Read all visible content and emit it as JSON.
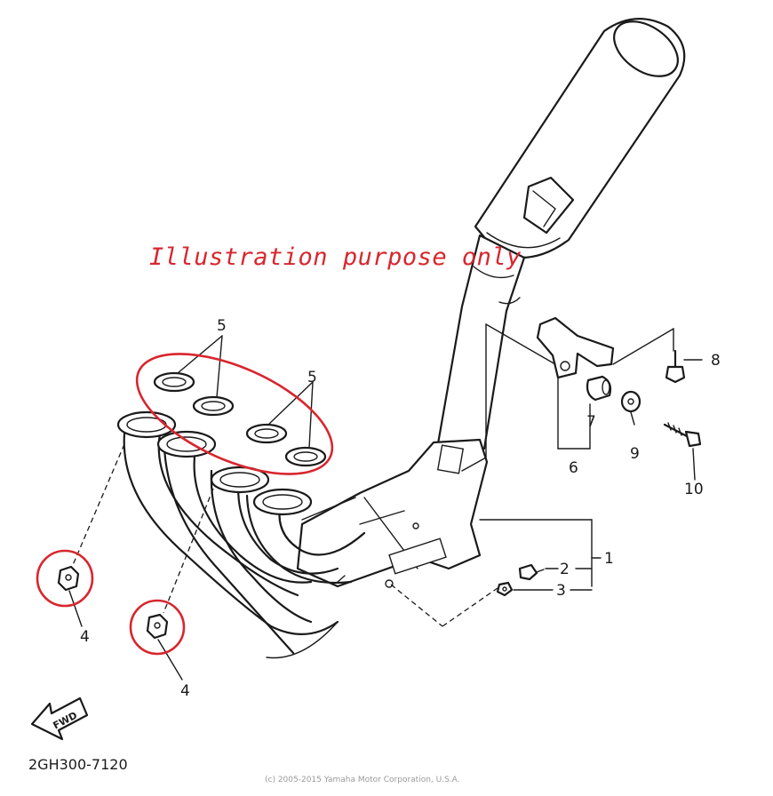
{
  "watermark": {
    "text": "Illustration purpose only",
    "color": "#d8262e"
  },
  "diagram_code": "2GH300-7120",
  "copyright": "(c) 2005-2015 Yamaha Motor Corporation, U.S.A.",
  "fwd_label": "FWD",
  "callouts": {
    "c1": "1",
    "c2": "2",
    "c3": "3",
    "c4a": "4",
    "c4b": "4",
    "c5a": "5",
    "c5b": "5",
    "c6": "6",
    "c7": "7",
    "c8": "8",
    "c9": "9",
    "c10": "10"
  },
  "highlight_color": "#d8262e"
}
